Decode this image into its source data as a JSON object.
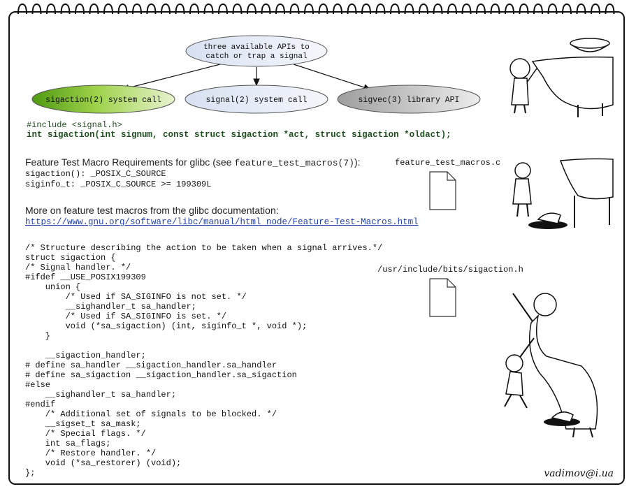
{
  "diagram": {
    "root": {
      "line1": "three available APIs to",
      "line2": "catch or trap a signal"
    },
    "nodes": [
      {
        "label": "sigaction(2) system call"
      },
      {
        "label": "signal(2) system call"
      },
      {
        "label": "sigvec(3) library API"
      }
    ]
  },
  "header": {
    "include": "#include <signal.h>",
    "prototype": "int sigaction(int signum, const struct sigaction *act, struct sigaction *oldact);"
  },
  "ftm": {
    "prefix": "Feature Test Macro Requirements for glibc (see ",
    "ref": "feature_test_macros(7)",
    "suffix": "):",
    "line1": "sigaction(): _POSIX_C_SOURCE",
    "line2": "siginfo_t: _POSIX_C_SOURCE >= 199309L"
  },
  "more": {
    "text": "More on feature test macros from the glibc documentation:",
    "url": "https://www.gnu.org/software/libc/manual/html_node/Feature-Test-Macros.html"
  },
  "files": {
    "file1": "feature_test_macros.c",
    "file2": "/usr/include/bits/sigaction.h"
  },
  "code_lines": [
    "/* Structure describing the action to be taken when a signal arrives.*/",
    "struct sigaction {",
    "/* Signal handler. */",
    "#ifdef __USE_POSIX199309",
    "    union {",
    "        /* Used if SA_SIGINFO is not set. */",
    "        __sighandler_t sa_handler;",
    "        /* Used if SA_SIGINFO is set. */",
    "        void (*sa_sigaction) (int, siginfo_t *, void *);",
    "    }",
    "",
    "    __sigaction_handler;",
    "# define sa_handler __sigaction_handler.sa_handler",
    "# define sa_sigaction __sigaction_handler.sa_sigaction",
    "#else",
    "    __sighandler_t sa_handler;",
    "#endif",
    "    /* Additional set of signals to be blocked. */",
    "    __sigset_t sa_mask;",
    "    /* Special flags. */",
    "    int sa_flags;",
    "    /* Restore handler. */",
    "    void (*sa_restorer) (void);",
    "};"
  ],
  "author": "vadimov@i.ua",
  "colors": {
    "sigaction_fill": "#8fcf3c",
    "signal_fill": "#e6ecf7",
    "sigvec_fill": "#c4c4c4",
    "code_green": "#1f4e1f",
    "link": "#1f3fae"
  }
}
